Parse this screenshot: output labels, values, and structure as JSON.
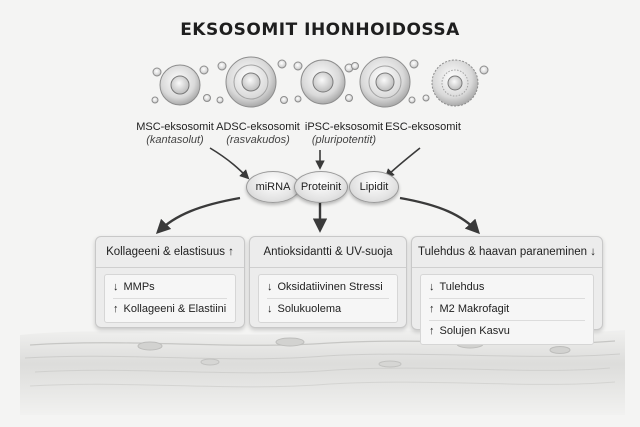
{
  "title": "EKSOSOMIT IHONHOIDOSSA",
  "sources": [
    {
      "name": "MSC-eksosomit",
      "sub": "(kantasolut)"
    },
    {
      "name": "ADSC-eksosomit",
      "sub": "(rasvakudos)"
    },
    {
      "name": "iPSC-eksosomit",
      "sub": "(pluripotentit)"
    },
    {
      "name": "ESC-eksosomit",
      "sub": ""
    }
  ],
  "cargo": [
    {
      "label": "miRNA"
    },
    {
      "label": "Proteinit"
    },
    {
      "label": "Lipidit"
    }
  ],
  "panels": [
    {
      "title": "Kollageeni & elastisuus ↑",
      "rows": [
        {
          "arrow": "↓",
          "text": "MMPs"
        },
        {
          "arrow": "↑",
          "text": "Kollageeni & Elastiini"
        }
      ]
    },
    {
      "title": "Antioksidantti & UV-suoja",
      "rows": [
        {
          "arrow": "↓",
          "text": "Oksidatiivinen Stressi"
        },
        {
          "arrow": "↓",
          "text": "Solukuolema"
        }
      ]
    },
    {
      "title": "Tulehdus & haavan paraneminen ↓",
      "rows": [
        {
          "arrow": "↓",
          "text": "Tulehdus"
        },
        {
          "arrow": "↑",
          "text": "M2 Makrofagit"
        },
        {
          "arrow": "↑",
          "text": "Solujen Kasvu"
        }
      ]
    }
  ],
  "colors": {
    "background": "#f4f4f3",
    "panel": "#ececec",
    "ink": "#2a2a2a"
  }
}
